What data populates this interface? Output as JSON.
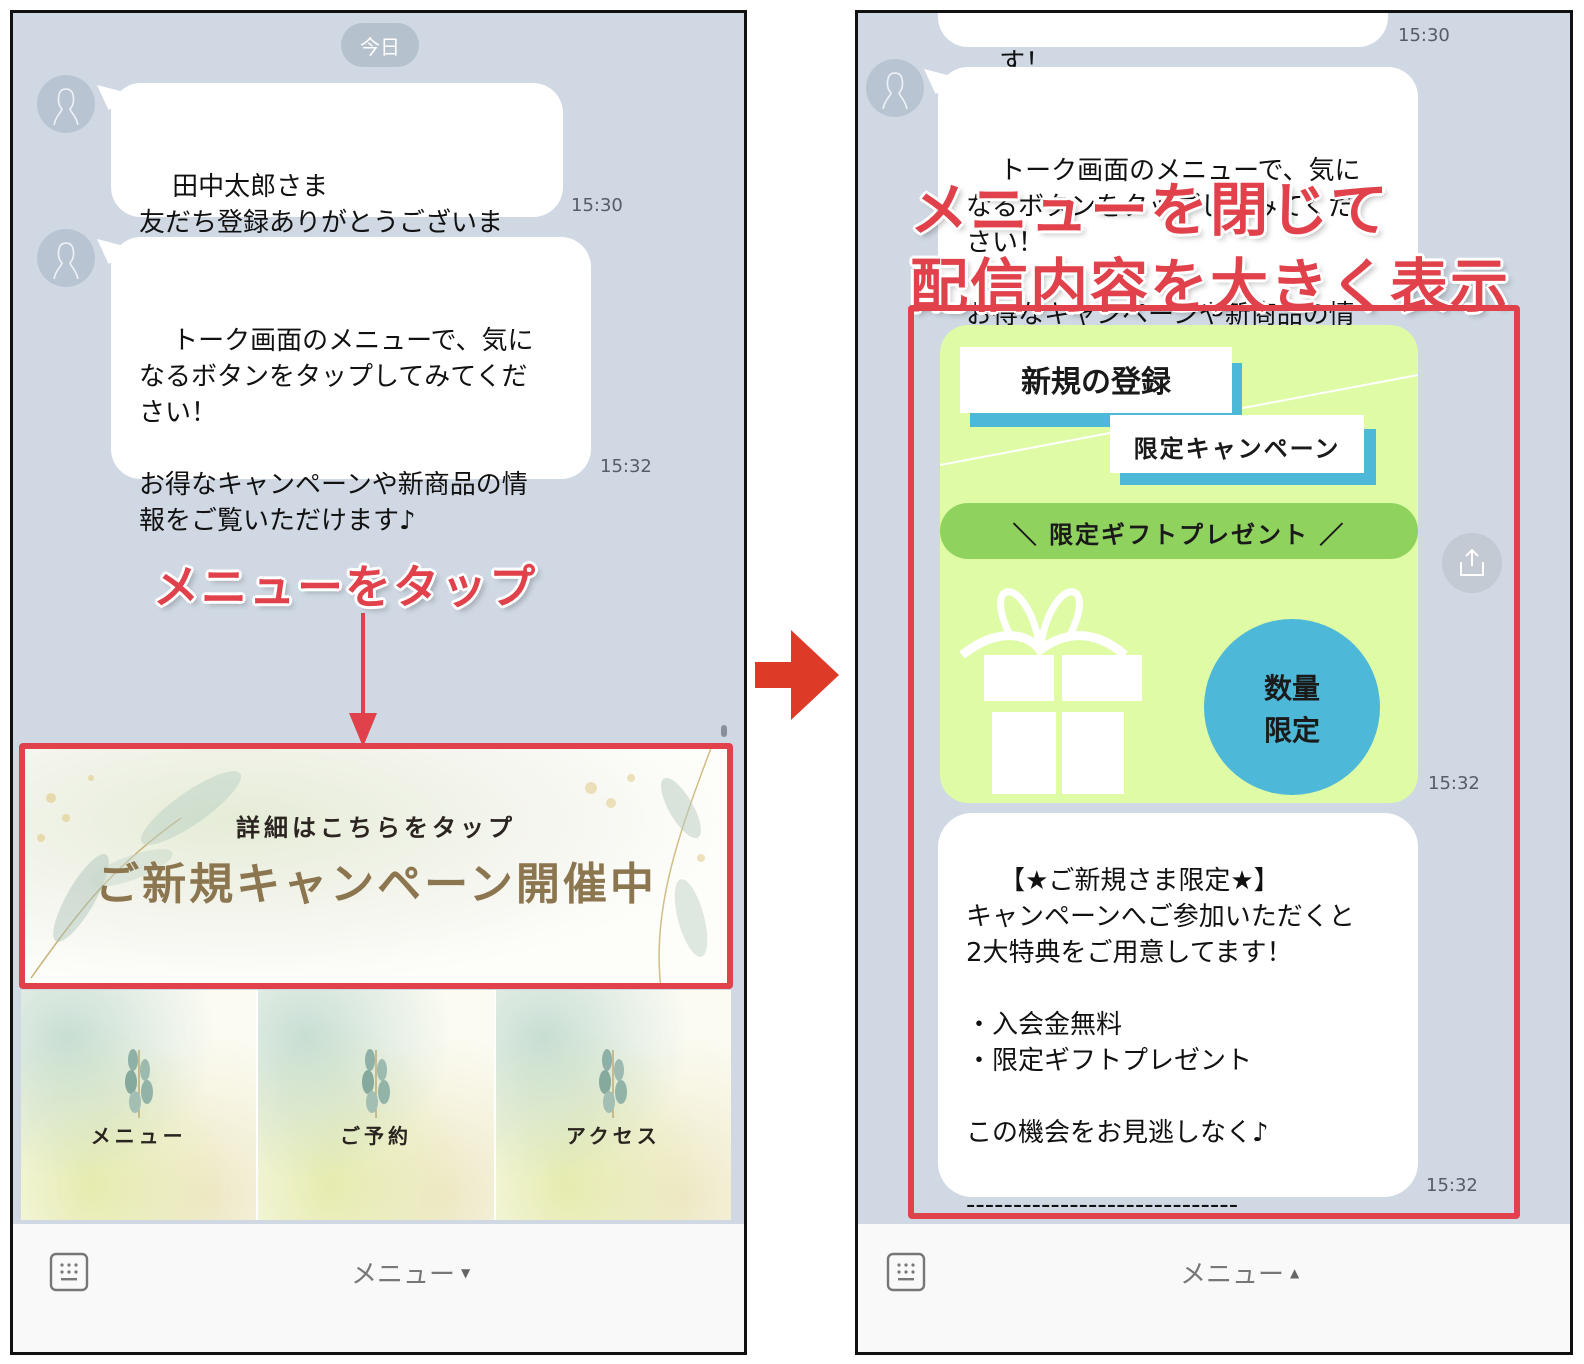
{
  "left_screen": {
    "date_label": "今日",
    "messages": [
      {
        "text": "田中太郎さま\n友だち登録ありがとうございま\nす！",
        "time": "15:30"
      },
      {
        "text": "トーク画面のメニューで、気に\nなるボタンをタップしてみてくだ\nさい！\n\nお得なキャンペーンや新商品の情\n報をご覧いただけます♪",
        "time": "15:32"
      }
    ],
    "annotation": "メニューをタップ",
    "rich_menu": {
      "banner_subtitle": "詳細はこちらをタップ",
      "banner_title": "ご新規キャンペーン開催中",
      "tiles": [
        {
          "label": "メニュー"
        },
        {
          "label": "ご予約"
        },
        {
          "label": "アクセス"
        }
      ]
    },
    "bottom_bar": {
      "menu_label": "メニュー",
      "caret": "▼"
    }
  },
  "right_screen": {
    "messages_partial": [
      {
        "text": "す！",
        "time": "15:30"
      },
      {
        "text": "トーク画面のメニューで、気に\nなるボタンをタップしてみてくだ\nさい！\n\nお得なキャンペーンや新商品の情\n報をご覧いただけます♪",
        "time": "15:32"
      }
    ],
    "annotation_line1": "メニューを閉じて",
    "annotation_line2": "配信内容を大きく表示",
    "promo_image": {
      "heading": "新規の登録",
      "subheading": "限定キャンペーン",
      "ribbon": "＼ 限定ギフトプレゼント ／",
      "badge_line1": "数量",
      "badge_line2": "限定",
      "time": "15:32"
    },
    "campaign_message": {
      "text": "【★ご新規さま限定★】\nキャンペーンへご参加いただくと\n2大特典をご用意してます！\n\n・入会金無料\n・限定ギフトプレゼント\n\nこの機会をお見逃しなく♪\n\n-----------------------------",
      "time": "15:32"
    },
    "bottom_bar": {
      "menu_label": "メニュー",
      "caret": "▲"
    }
  },
  "colors": {
    "chat_bg": "#cfd8e3",
    "annotation_red": "#e0414a",
    "arrow_red": "#de3a28",
    "promo_green": "#dffba6",
    "ribbon_green": "#8fd25e",
    "accent_blue": "#4db8d8",
    "banner_gold": "#8c7650"
  }
}
